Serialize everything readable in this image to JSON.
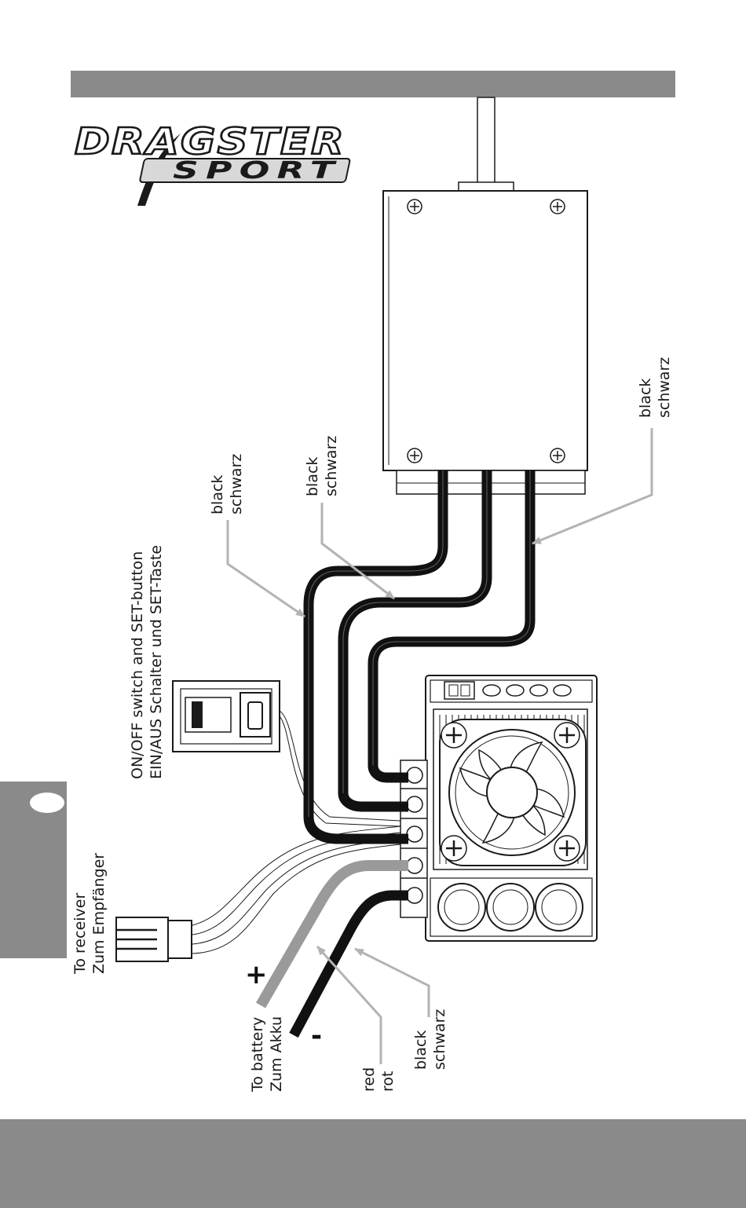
{
  "logo": {
    "line1": "DRAGSTER",
    "line2": "SPORT"
  },
  "side_tab": {
    "label": ""
  },
  "labels": {
    "receiver": [
      "To receiver",
      "Zum Empfänger"
    ],
    "switch": [
      "ON/OFF switch and SET-button",
      "EIN/AUS Schalter und SET-Taste"
    ],
    "motor_wire_left": [
      "black",
      "schwarz"
    ],
    "motor_wire_middle": [
      "black",
      "schwarz"
    ],
    "motor_wire_right": [
      "black",
      "schwarz"
    ],
    "battery": [
      "To battery",
      "Zum Akku"
    ],
    "battery_red": [
      "red",
      "rot"
    ],
    "battery_black": [
      "black",
      "schwarz"
    ],
    "plus_sign": "+",
    "minus_sign": "-"
  },
  "colors": {
    "header_bar": "#8a8a8a",
    "footer_bar": "#8a8a8a",
    "side_tab": "#8a8a8a",
    "wire_black": "#111111",
    "wire_red_print": "#9a9a9a",
    "pointer_lines": "#b3b3b3"
  }
}
